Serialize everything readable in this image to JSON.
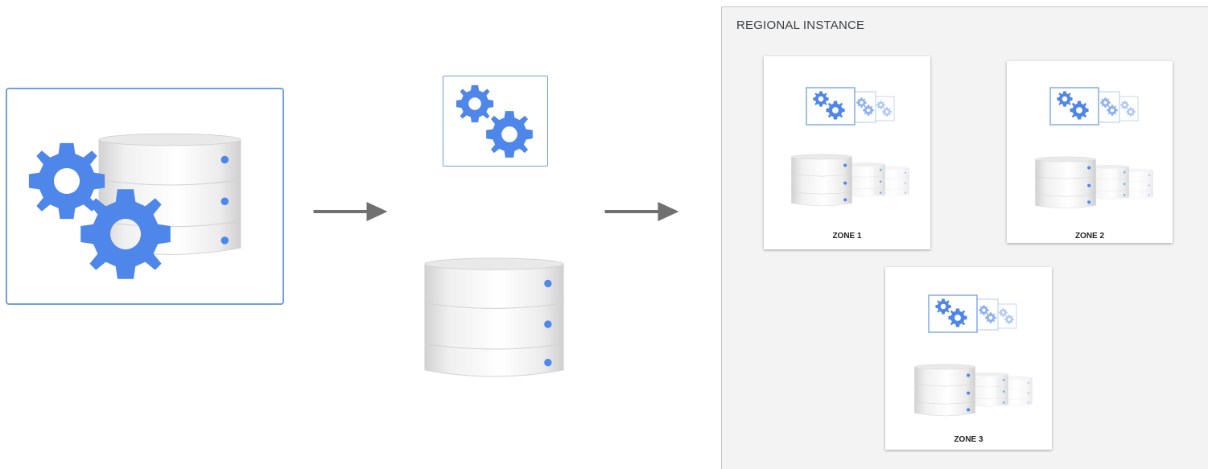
{
  "regional_instance": {
    "title": "REGIONAL INSTANCE",
    "zones": [
      {
        "label": "ZONE 1"
      },
      {
        "label": "ZONE 2"
      },
      {
        "label": "ZONE 3"
      }
    ]
  },
  "colors": {
    "gear": "#4e86ea",
    "frame_border": "#6f9fe6",
    "arrow": "#707070",
    "region_bg": "#f3f3f3",
    "db_dot": "#4e86ea"
  },
  "icons": [
    "gear-icon",
    "database-icon",
    "arrow-right-icon"
  ]
}
